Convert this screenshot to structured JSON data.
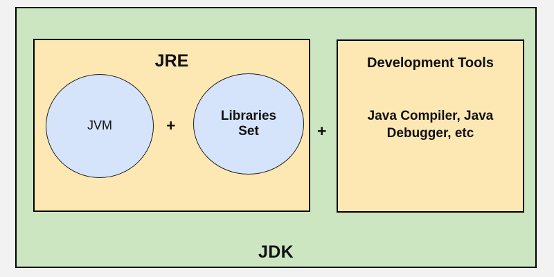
{
  "diagram": {
    "title": "JDK / JRE / JVM composition diagram",
    "background_color": "#f2f2f2",
    "outer": {
      "name": "JDK",
      "label": "JDK",
      "fill_color": "#cde6c2",
      "border_color": "#000000"
    },
    "jre": {
      "label": "JRE",
      "fill_color": "#fde8b4",
      "border_color": "#000000",
      "components": [
        {
          "id": "jvm",
          "label": "JVM",
          "shape": "circle",
          "fill_color": "#d6e4fb",
          "border_color": "#1c1c1c"
        },
        {
          "id": "libraries-set",
          "label": "Libraries\nSet",
          "shape": "circle",
          "fill_color": "#d6e4fb",
          "border_color": "#1c1c1c"
        }
      ],
      "operator": "+"
    },
    "operator_between_boxes": "+",
    "devtools": {
      "title": "Development Tools",
      "body": "Java Compiler, Java\nDebugger, etc",
      "fill_color": "#fde8b4",
      "border_color": "#000000"
    }
  }
}
